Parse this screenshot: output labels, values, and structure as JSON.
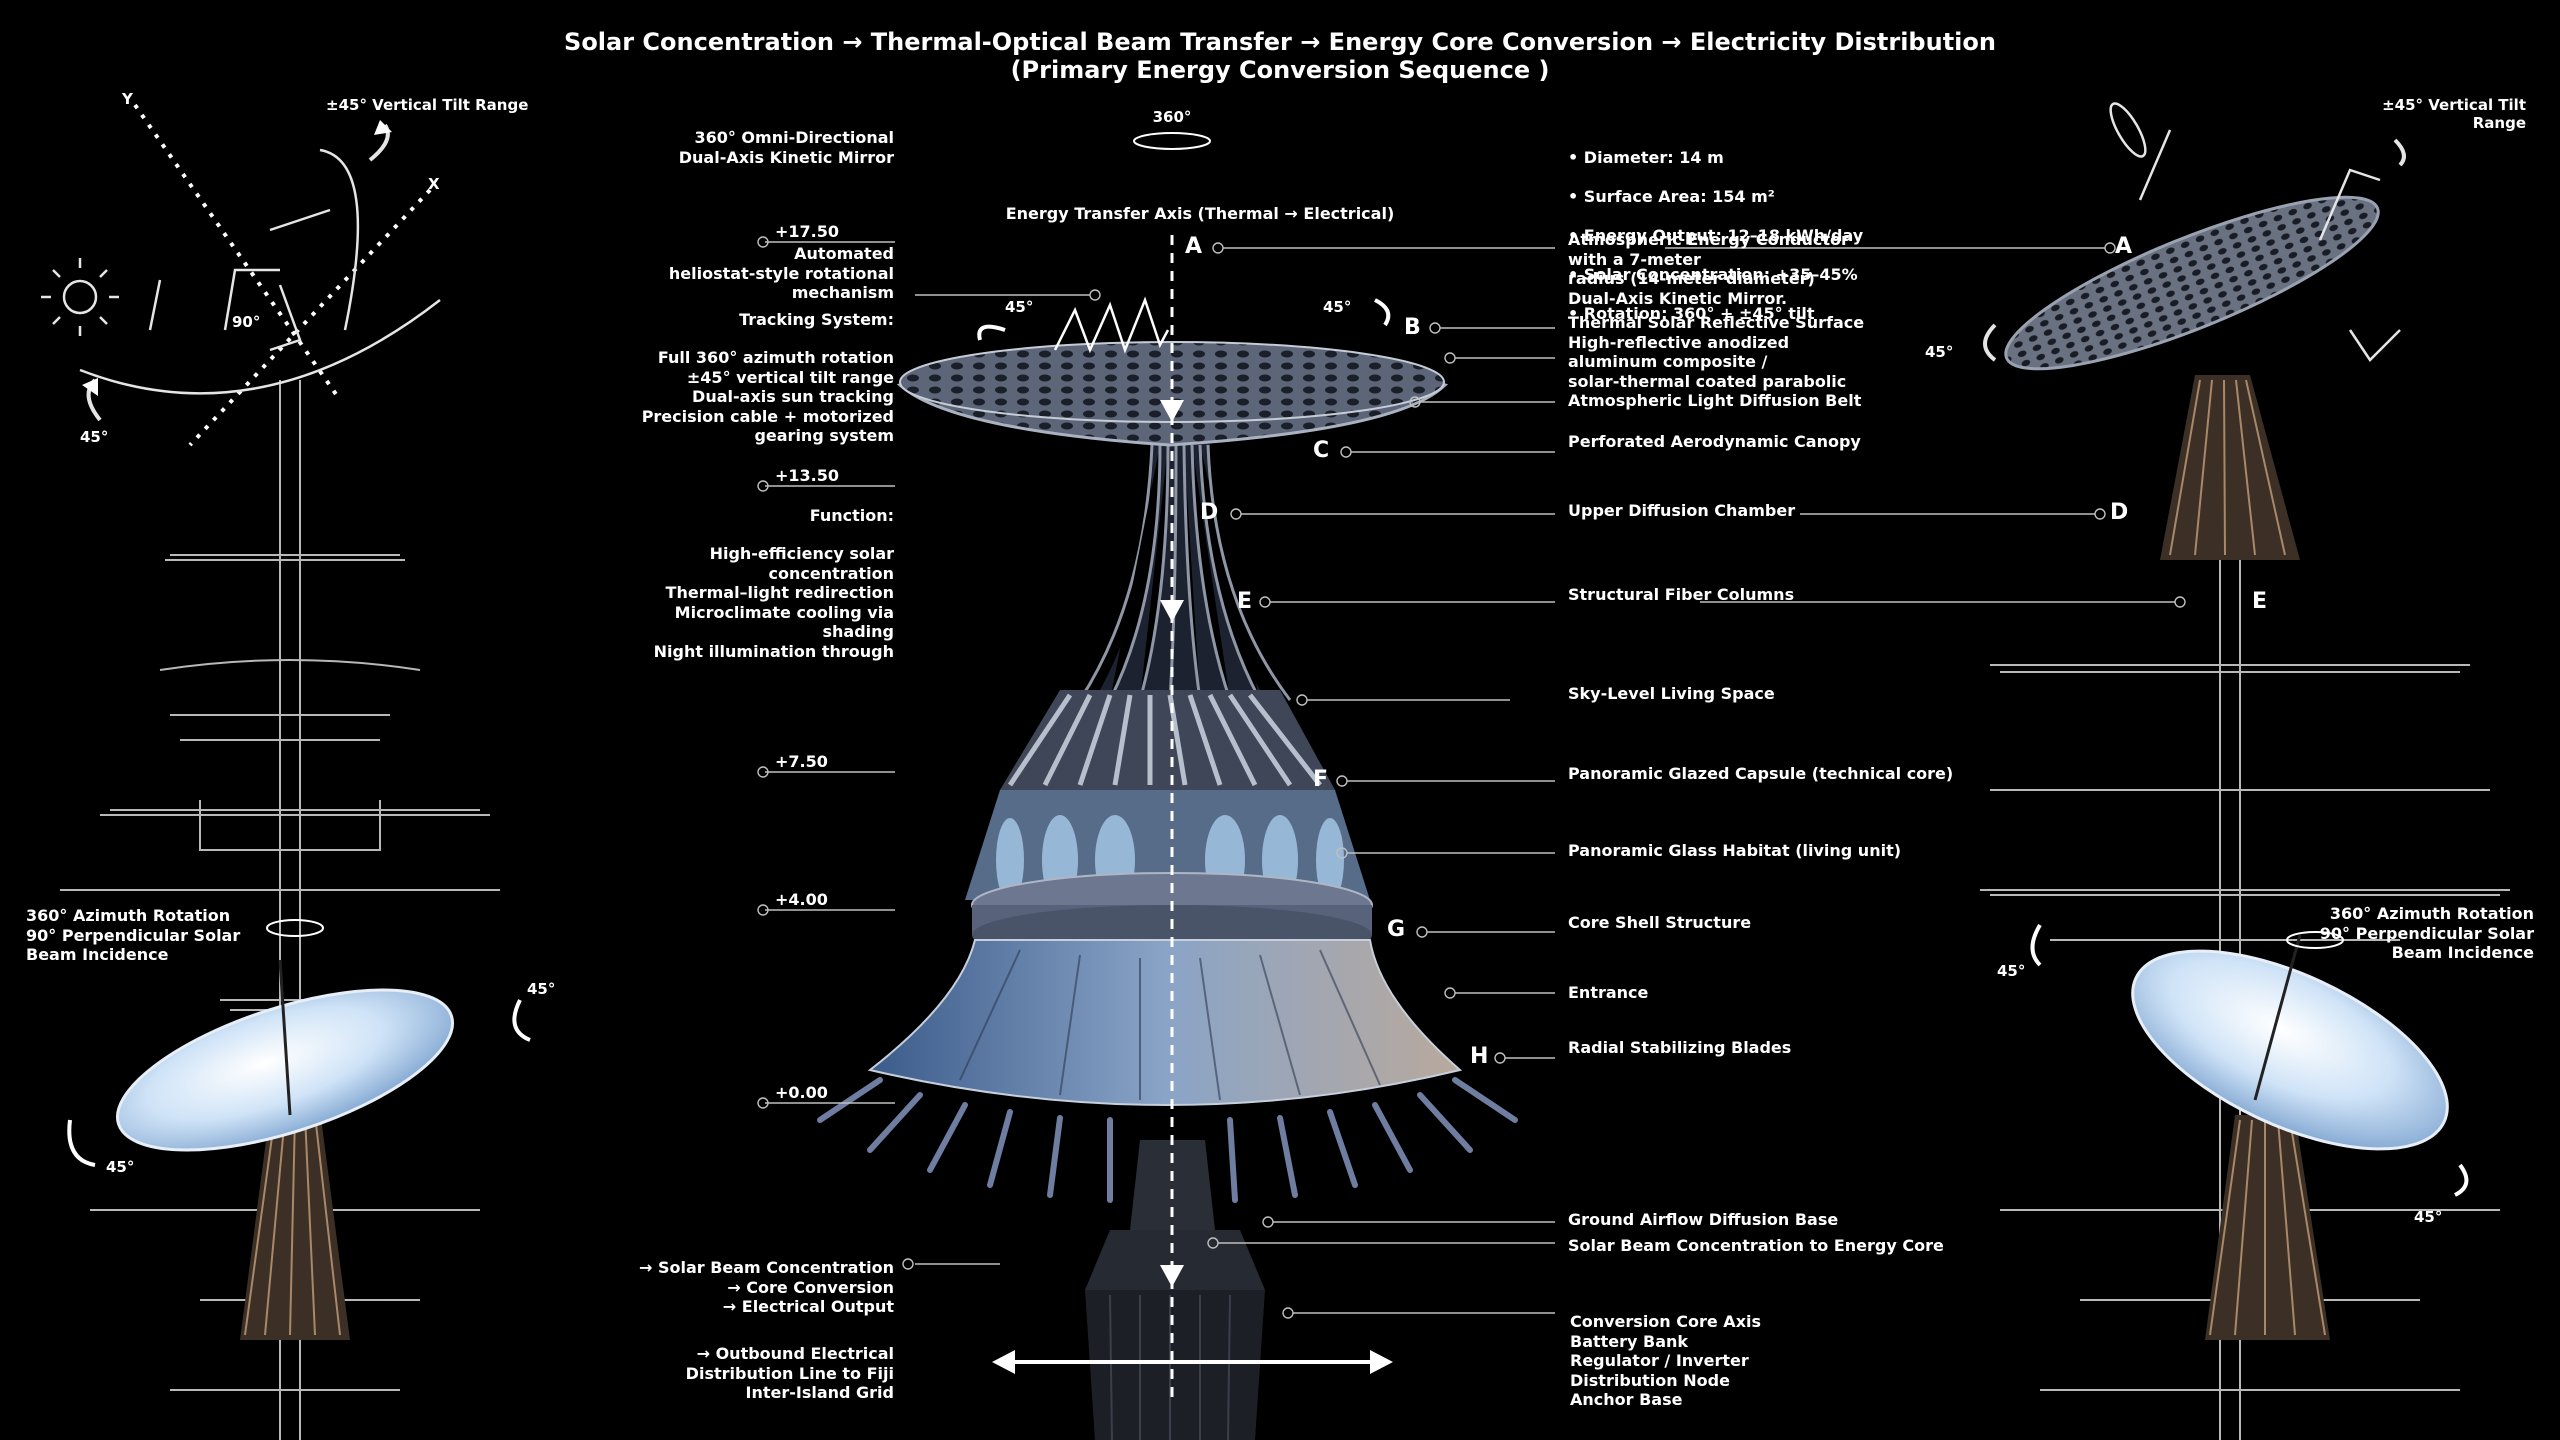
{
  "title": {
    "line1": "Solar Concentration → Thermal-Optical Beam Transfer → Energy Core Conversion → Electricity Distribution",
    "line2": "(Primary Energy Conversion Sequence )"
  },
  "axis": {
    "rotation": "360°",
    "mirror_label": "360° Omni-Directional\nDual-Axis Kinetic Mirror",
    "transfer_axis": "Energy Transfer Axis (Thermal → Electrical)",
    "tilt_left": "45°",
    "tilt_right": "45°"
  },
  "levels": [
    "+17.50",
    "+13.50",
    "+7.50",
    "+4.00",
    "+0.00"
  ],
  "left_notes": {
    "automated": "Automated\nheliostat-style rotational\nmechanism",
    "tracking_head": "Tracking System:",
    "tracking": "Full 360° azimuth rotation\n±45° vertical tilt range\nDual-axis sun tracking\nPrecision cable + motorized\ngearing system",
    "function_head": "Function:",
    "function": "High-efficiency solar\nconcentration\nThermal–light redirection\nMicroclimate cooling via\nshading\nNight illumination through",
    "sequence": "→ Solar Beam Concentration\n→ Core Conversion\n→ Electrical Output",
    "outbound": "→ Outbound Electrical\nDistribution Line to Fiji\nInter-Island Grid"
  },
  "specs": [
    "• Diameter: 14 m",
    "• Surface Area: 154 m²",
    "• Energy Output: 12–18 kWh/day",
    "• Solar Concentration: +35–45%",
    "• Rotation: 360° + ±45° tilt"
  ],
  "right_notes": {
    "a": "Atmospheric Energy Conductor\nwith a 7-meter\nradius (14-meter diameter)\nDual-Axis Kinetic Mirror.",
    "b": "Thermal Solar Reflective Surface\nHigh-reflective anodized\naluminum composite /\nsolar-thermal coated parabolic\nAtmospheric Light Diffusion Belt",
    "c": "Perforated Aerodynamic Canopy",
    "d": "Upper Diffusion Chamber",
    "e": "Structural Fiber Columns",
    "sky": "Sky-Level Living Space",
    "f": "Panoramic Glazed Capsule (technical core)",
    "habitat": "Panoramic Glass Habitat (living unit)",
    "g": "Core Shell Structure",
    "entrance": "Entrance",
    "h": "Radial Stabilizing Blades",
    "ground": "Ground Airflow Diffusion Base",
    "beam": "Solar Beam Concentration to Energy Core",
    "core": "Conversion Core Axis\nBattery Bank\nRegulator / Inverter\nDistribution Node\nAnchor Base"
  },
  "letters": {
    "a": "A",
    "b": "B",
    "c": "C",
    "d": "D",
    "e": "E",
    "f": "F",
    "g": "G",
    "h": "H"
  },
  "sketches": {
    "top_left_tilt": "±45° Vertical Tilt Range",
    "axis_y": "Y",
    "axis_x": "X",
    "angle_90": "90°",
    "angle_45": "45°",
    "bottom_left_rotation": "360° Azimuth Rotation\n90° Perpendicular Solar\nBeam Incidence",
    "top_right_tilt": "±45° Vertical Tilt Range",
    "bottom_right_rotation": "360° Azimuth Rotation\n90° Perpendicular Solar\nBeam Incidence"
  },
  "colors": {
    "background": "#000000",
    "text": "#ffffff",
    "leader": "#bfbfbf",
    "dish_blue": "#bcd8f2",
    "structure": "#5c6474"
  }
}
